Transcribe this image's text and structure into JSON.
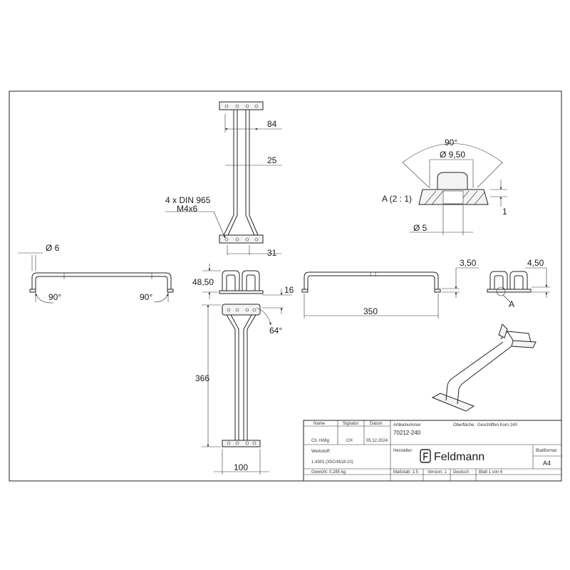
{
  "dimensions": {
    "d84": "84",
    "d25": "25",
    "screws_line1": "4 x DIN 965",
    "screws_line2": "M4x6",
    "d31": "31",
    "dia6": "Ø 6",
    "angle_left": "90°",
    "angle_right": "90°",
    "d48_50": "48,50",
    "d16": "16",
    "angle_64": "64°",
    "d366": "366",
    "d100": "100",
    "d350": "350",
    "d3_50": "3,50",
    "d4_50": "4,50",
    "detail_marker": "A",
    "detail_angle": "90°",
    "detail_dia_9_50": "Ø 9,50",
    "detail_label": "A (2 : 1)",
    "detail_d1": "1",
    "detail_dia5": "Ø 5"
  },
  "title_block": {
    "h_name": "Name",
    "h_signatur": "Signatur",
    "h_datum": "Datum",
    "name": "Ch. Höfig",
    "signatur": "CH",
    "datum": "05.12.2024",
    "artikel_label": "Artikelnummer",
    "artikel_nr": "70212-240",
    "oberflaeche": "Oberfläche:",
    "oberflaeche_value": "Geschliffen Korn 240",
    "werkstoff_label": "Werkstoff:",
    "werkstoff_value": "1.4301 (X5CrNi18-10)",
    "hersteller_label": "Hersteller:",
    "logo_text": "Feldmann",
    "blattformat_label": "Blattformat",
    "blattformat_value": "A4",
    "gewicht": "Gewicht: 0.285 kg",
    "massstab": "Maßstab: 1:5",
    "version": "Version: 1",
    "sprache": "Deutsch",
    "blatt": "Blatt 1 von 6"
  }
}
